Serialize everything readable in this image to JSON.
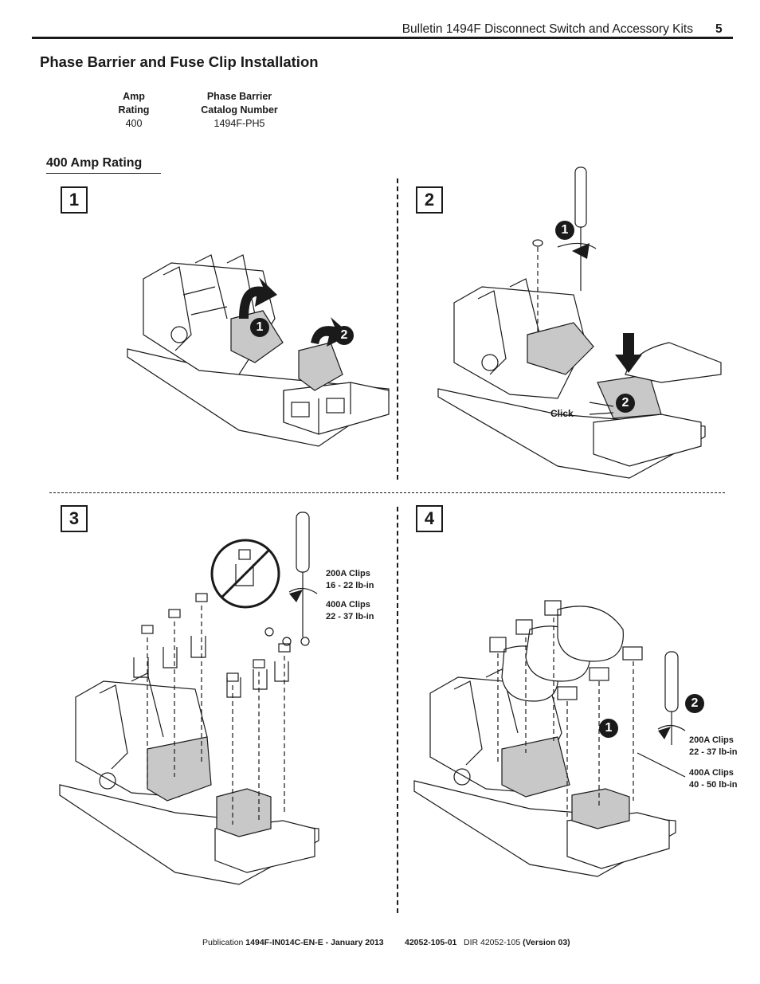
{
  "header": {
    "title": "Bulletin 1494F Disconnect Switch and Accessory Kits",
    "page_number": "5"
  },
  "section_title": "Phase Barrier and Fuse Clip Installation",
  "table": {
    "col1_header_line1": "Amp",
    "col1_header_line2": "Rating",
    "col1_value": "400",
    "col2_header_line1": "Phase Barrier",
    "col2_header_line2": "Catalog Number",
    "col2_value": "1494F-PH5"
  },
  "subsection_title": "400 Amp Rating",
  "steps": [
    {
      "number": "1",
      "callouts": [
        "1",
        "2"
      ]
    },
    {
      "number": "2",
      "callouts": [
        "1",
        "2"
      ],
      "label": "Click"
    },
    {
      "number": "3",
      "torque": {
        "a_title": "200A Clips",
        "a_value": "16 - 22 lb-in",
        "b_title": "400A Clips",
        "b_value": "22 - 37 lb-in"
      }
    },
    {
      "number": "4",
      "callouts": [
        "1",
        "2"
      ],
      "torque": {
        "a_title": "200A Clips",
        "a_value": "22 - 37 lb-in",
        "b_title": "400A Clips",
        "b_value": "40 - 50 lb-in"
      }
    }
  ],
  "footer": {
    "publication_prefix": "Publication",
    "publication_id": "1494F-IN014C-EN-E - January 2013",
    "part_number": "42052-105-01",
    "dir_prefix": "DIR 42052-105",
    "version": "(Version 03)"
  },
  "colors": {
    "ink": "#1a1a1a",
    "barrier_gray": "#c8c8c8",
    "callout_fill": "#1a1a1a"
  }
}
